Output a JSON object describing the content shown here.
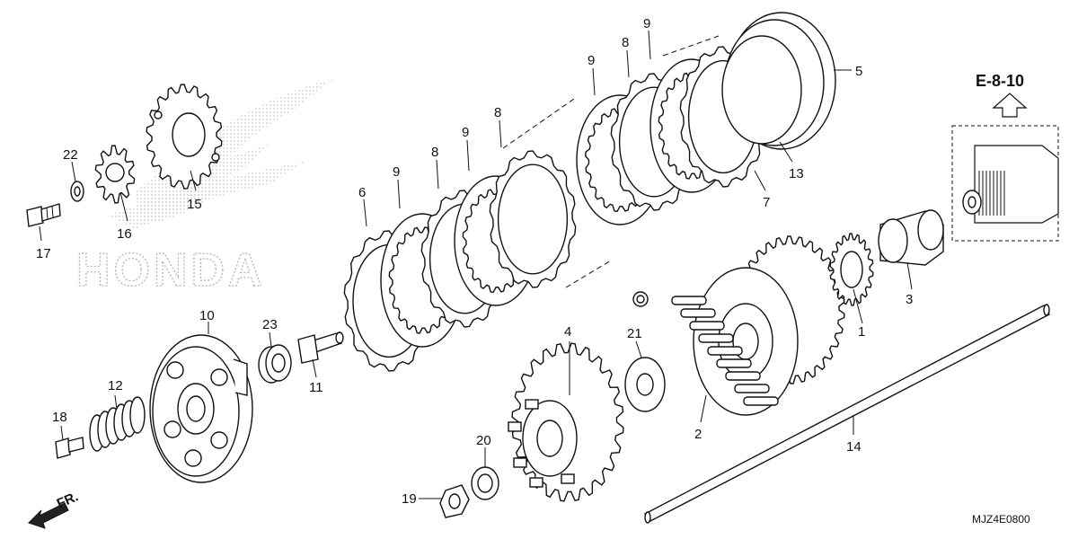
{
  "reference": {
    "label": "E-8-10"
  },
  "drawing_code": "MJZ4E0800",
  "front_marker": {
    "label": "FR."
  },
  "watermark": {
    "text": "HONDA"
  },
  "callouts": [
    {
      "id": "1",
      "label": "1"
    },
    {
      "id": "2",
      "label": "2"
    },
    {
      "id": "3",
      "label": "3"
    },
    {
      "id": "4",
      "label": "4"
    },
    {
      "id": "5",
      "label": "5"
    },
    {
      "id": "6",
      "label": "6"
    },
    {
      "id": "7",
      "label": "7"
    },
    {
      "id": "8a",
      "label": "8"
    },
    {
      "id": "8b",
      "label": "8"
    },
    {
      "id": "8c",
      "label": "8"
    },
    {
      "id": "9a",
      "label": "9"
    },
    {
      "id": "9b",
      "label": "9"
    },
    {
      "id": "9c",
      "label": "9"
    },
    {
      "id": "9d",
      "label": "9"
    },
    {
      "id": "10",
      "label": "10"
    },
    {
      "id": "11",
      "label": "11"
    },
    {
      "id": "12",
      "label": "12"
    },
    {
      "id": "13",
      "label": "13"
    },
    {
      "id": "14",
      "label": "14"
    },
    {
      "id": "15",
      "label": "15"
    },
    {
      "id": "16",
      "label": "16"
    },
    {
      "id": "17",
      "label": "17"
    },
    {
      "id": "18",
      "label": "18"
    },
    {
      "id": "19",
      "label": "19"
    },
    {
      "id": "20",
      "label": "20"
    },
    {
      "id": "21",
      "label": "21"
    },
    {
      "id": "22",
      "label": "22"
    },
    {
      "id": "23",
      "label": "23"
    }
  ]
}
